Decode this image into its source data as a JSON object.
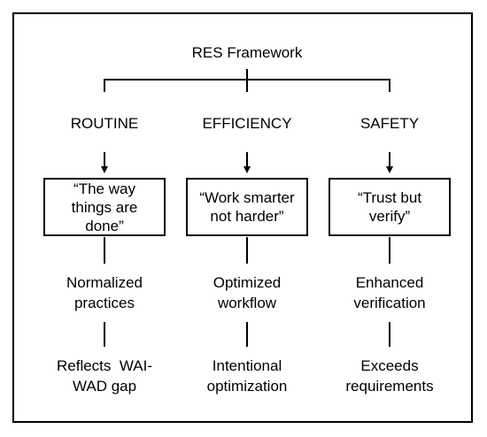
{
  "title": "RES Framework",
  "columns": [
    {
      "heading": "ROUTINE",
      "quote_lines": [
        "“The way",
        "things are",
        "done”"
      ],
      "outcome_lines": [
        "Normalized",
        "practices"
      ],
      "result_lines": [
        "Reflects  WAI-",
        "WAD gap"
      ]
    },
    {
      "heading": "EFFICIENCY",
      "quote_lines": [
        "“Work smarter",
        "not harder”"
      ],
      "outcome_lines": [
        "Optimized",
        "workflow"
      ],
      "result_lines": [
        "Intentional",
        "optimization"
      ]
    },
    {
      "heading": "SAFETY",
      "quote_lines": [
        "“Trust but",
        "verify”"
      ],
      "outcome_lines": [
        "Enhanced",
        "verification"
      ],
      "result_lines": [
        "Exceeds",
        "requirements"
      ]
    }
  ]
}
